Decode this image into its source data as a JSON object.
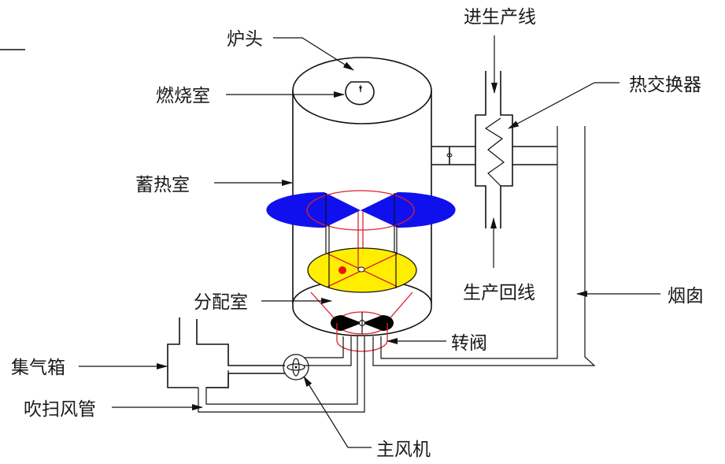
{
  "title": "蓄热式燃烧系统示意图",
  "labels": {
    "furnace_head": "炉头",
    "combustion_chamber": "燃烧室",
    "regenerator": "蓄热室",
    "distribution_chamber": "分配室",
    "gas_collector": "集气箱",
    "purge_duct": "吹扫风管",
    "main_fan": "主风机",
    "rotary_valve": "转阀",
    "production_inlet": "进生产线",
    "heat_exchanger": "热交换器",
    "production_return": "生产回线",
    "chimney": "烟囱"
  },
  "colors": {
    "line": "#111111",
    "rotor_outline": "#e0202a",
    "upper_rotor_fill": "#1010ee",
    "lower_rotor_fill": "#ffee00",
    "marker_dot": "#ee1111",
    "valve_fill": "#000000"
  }
}
